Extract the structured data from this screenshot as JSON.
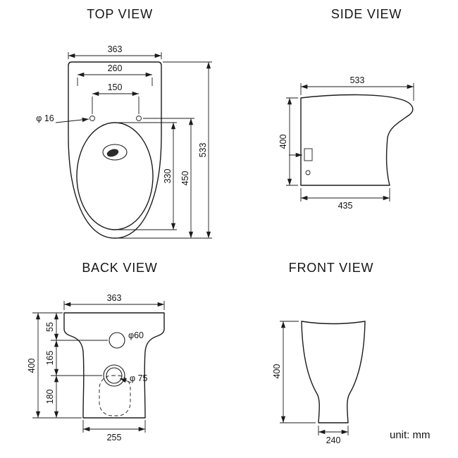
{
  "unit_note": "unit: mm",
  "views": {
    "top": {
      "title": "TOP VIEW",
      "dims": {
        "overall_width": "363",
        "seat_width": "260",
        "hinge_hole_spacing": "150",
        "hinge_hole_dia": "φ 16",
        "overall_length": "533",
        "seat_length": "450",
        "bowl_opening_length": "330"
      }
    },
    "side": {
      "title": "SIDE VIEW",
      "dims": {
        "overall_depth": "533",
        "height": "400",
        "base_depth": "435"
      }
    },
    "back": {
      "title": "BACK VIEW",
      "dims": {
        "overall_width": "363",
        "seg_top": "55",
        "seg_middle": "165",
        "seg_bottom": "180",
        "height": "400",
        "inlet_hole_dia": "φ60",
        "outlet_hole_dia": "φ 75",
        "base_width": "255"
      }
    },
    "front": {
      "title": "FRONT VIEW",
      "dims": {
        "height": "400",
        "base_width": "240"
      }
    }
  }
}
